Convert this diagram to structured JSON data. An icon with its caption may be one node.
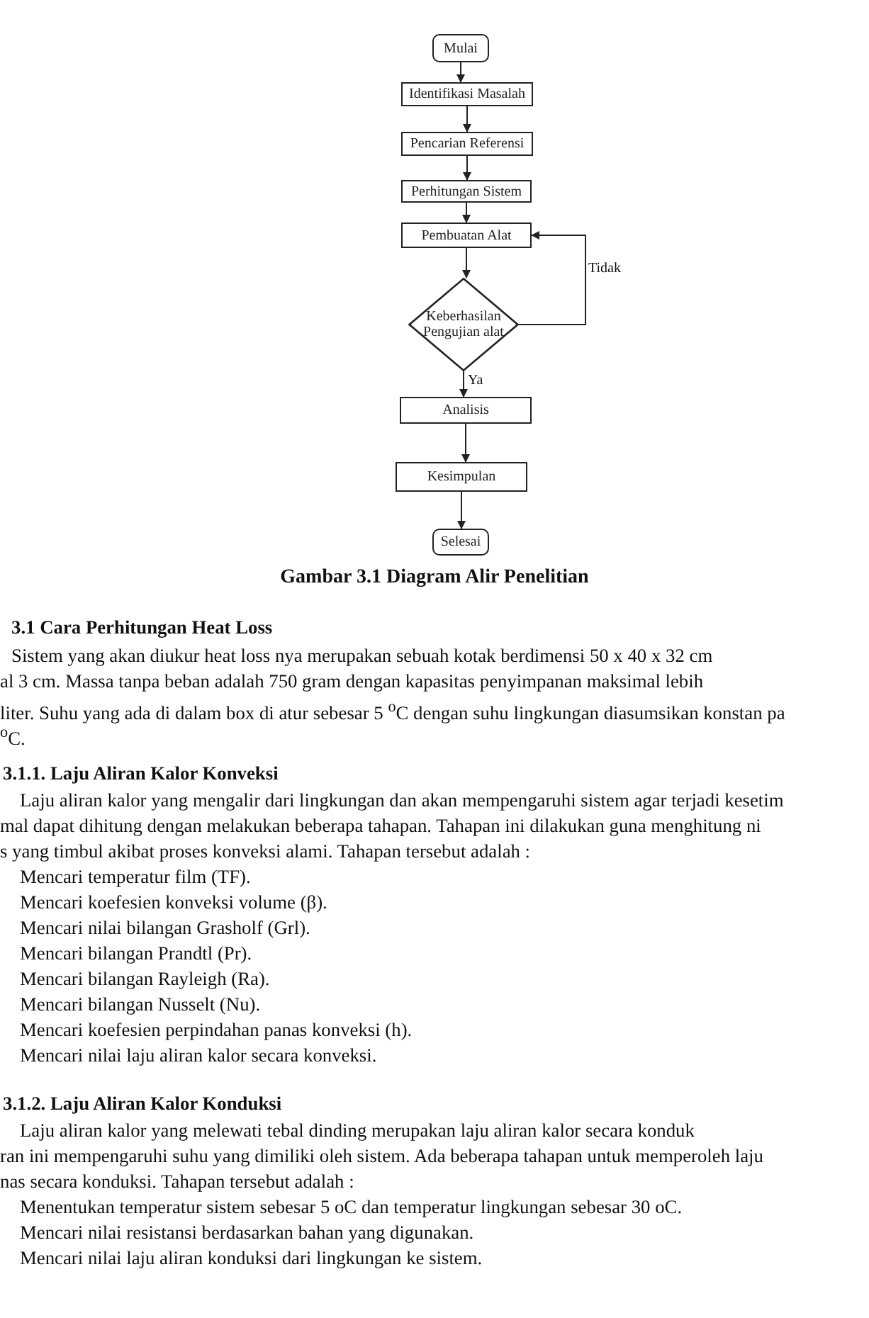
{
  "diagram": {
    "caption": "Gambar 3.1 Diagram Alir Penelitian",
    "nodes": [
      {
        "text": [
          "Mulai"
        ]
      },
      {
        "text": [
          "Identifikasi Masalah"
        ]
      },
      {
        "text": [
          "Pencarian Referensi"
        ]
      },
      {
        "text": [
          "Perhitungan Sistem"
        ]
      },
      {
        "text": [
          "Pembuatan Alat"
        ]
      },
      {
        "text": [
          "Keberhasilan Pengujian alat"
        ]
      },
      {
        "text": [
          "Analisis"
        ]
      },
      {
        "text": [
          "Kesimpulan"
        ]
      },
      {
        "text": [
          "Selesai"
        ]
      }
    ],
    "edges": [
      {
        "from": 0,
        "to": 1,
        "arrow": "to"
      },
      {
        "from": 1,
        "to": 2,
        "arrow": "to"
      },
      {
        "from": 2,
        "to": 3,
        "arrow": "to"
      },
      {
        "from": 3,
        "to": 4,
        "arrow": "to"
      },
      {
        "from": 4,
        "to": 5,
        "arrow": "to"
      },
      {
        "from": 5,
        "to": 4,
        "arrow": "to",
        "label": "Tidak"
      },
      {
        "from": 5,
        "to": 6,
        "arrow": "to",
        "label": "Ya"
      },
      {
        "from": 6,
        "to": 7,
        "arrow": "to"
      },
      {
        "from": 7,
        "to": 8,
        "arrow": "to"
      }
    ],
    "labels": [
      "3.1 Cara Perhitungan Heat Loss",
      "Sistem yang akan diukur heat loss nya merupakan sebuah kotak berdimensi 50 x 40 x 32 cm",
      "al 3 cm. Massa tanpa beban adalah 750 gram dengan kapasitas penyimpanan maksimal lebih",
      "liter. Suhu yang ada di dalam box di atur sebesar 5 $^{o}$C dengan suhu lingkungan diasumsikan konstan pa",
      "$^{o}$C.",
      "3.1.1. Laju Aliran Kalor Konveksi",
      "Laju aliran kalor yang mengalir dari lingkungan dan akan mempengaruhi sistem agar terjadi kesetim",
      "mal dapat dihitung dengan melakukan beberapa tahapan. Tahapan ini dilakukan guna menghitung ni",
      "s yang timbul akibat proses konveksi alami. Tahapan tersebut adalah :",
      "Mencari temperatur film (TF).",
      "Mencari koefesien konveksi volume (β).",
      "Mencari nilai bilangan Grasholf (Grl).",
      "Mencari bilangan Prandtl (Pr).",
      "Mencari bilangan Rayleigh (Ra).",
      "Mencari bilangan Nusselt (Nu).",
      "Mencari koefesien perpindahan panas konveksi (h).",
      "Mencari nilai laju aliran kalor secara konveksi.",
      "3.1.2. Laju Aliran Kalor Konduksi",
      "Laju aliran kalor yang melewati tebal dinding merupakan laju aliran kalor secara konduk",
      "ran ini mempengaruhi suhu yang dimiliki oleh sistem. Ada beberapa tahapan untuk memperoleh laju",
      "nas secara konduksi. Tahapan tersebut adalah :",
      "Menentukan temperatur sistem sebesar 5 oC dan temperatur lingkungan sebesar 30 oC.",
      "Mencari nilai resistansi berdasarkan bahan yang digunakan.",
      "Mencari nilai laju aliran konduksi dari lingkungan ke sistem."
    ]
  }
}
